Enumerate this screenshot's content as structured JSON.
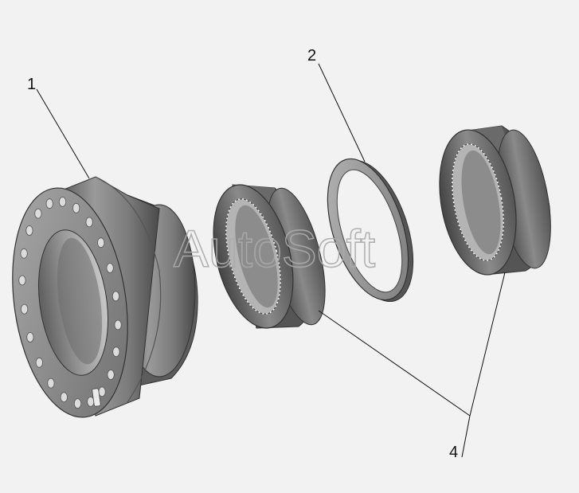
{
  "callouts": {
    "part_1": "1",
    "part_2": "2",
    "part_4": "4"
  },
  "watermark": "AutoSoft"
}
